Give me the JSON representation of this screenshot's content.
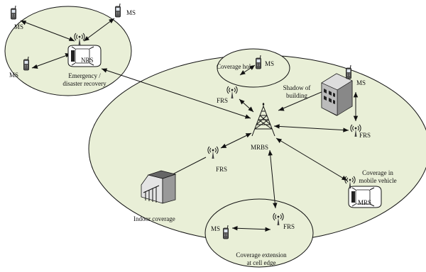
{
  "areas": {
    "emergency": "Emergency /",
    "emergency2": "disaster recovery",
    "coverage_hole": "Coverage hole",
    "shadow1": "Shadow of",
    "shadow2": "building",
    "indoor": "Indoor coverage",
    "vehicle1": "Coverage in",
    "vehicle2": "mobile vehicle",
    "edge1": "Coverage extension",
    "edge2": "at cell edge"
  },
  "nodes": {
    "ms": "MS",
    "nrs": "NRS",
    "frs": "FRS",
    "mrbs": "MRBS",
    "mrs": "MRS"
  },
  "colors": {
    "area_fill": "#e9efd7",
    "line": "#111111"
  }
}
